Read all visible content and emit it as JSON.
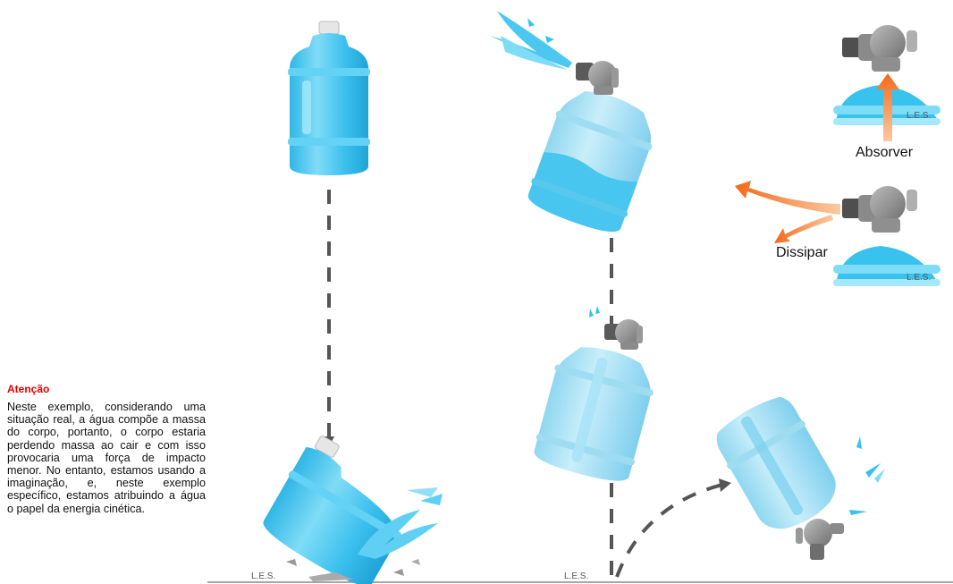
{
  "note": {
    "title": "Atenção",
    "body": "Neste exemplo, considerando uma situação real, a água compõe a massa do corpo, portanto, o corpo estaria perdendo massa ao cair e com isso provocaria uma força de impacto menor. No entanto, estamos usando a imaginação, e, neste exemplo específico, estamos atribuindo a água o papel da energia cinética."
  },
  "labels": {
    "absorver": "Absorver",
    "dissipar": "Dissipar",
    "les_1": "L.E.S.",
    "les_2": "L.E.S.",
    "les_3": "L.E.S.",
    "les_4": "L.E.S."
  },
  "colors": {
    "water": "#38c2ee",
    "water_light": "#8fe0f8",
    "arrow_orange": "#f26a1b",
    "dash_gray": "#555555",
    "valve_gray": "#8a8a8a",
    "title_red": "#e00000"
  }
}
